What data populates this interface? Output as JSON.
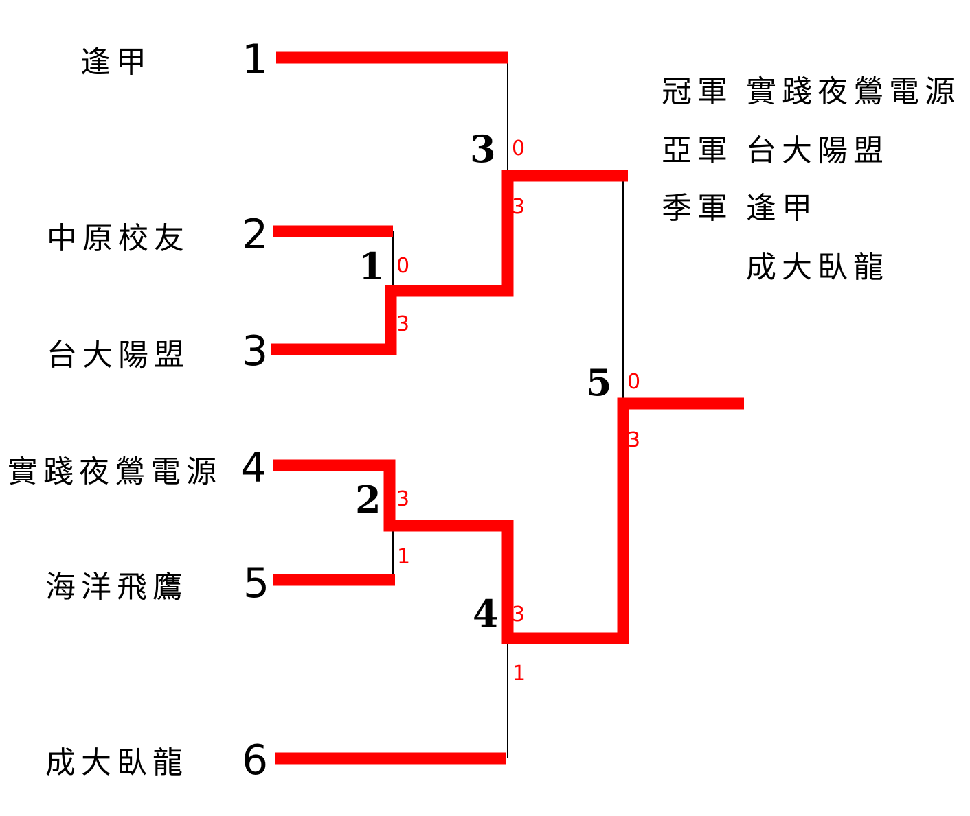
{
  "teams": [
    "逢甲",
    "中原校友",
    "台大陽盟",
    "實踐夜鶯電源",
    "海洋飛鷹",
    "成大臥龍"
  ],
  "seeds": [
    "1",
    "2",
    "3",
    "4",
    "5",
    "6"
  ],
  "matches": [
    {
      "number": "1",
      "score_top": "0",
      "score_bottom": "3"
    },
    {
      "number": "2",
      "score_top": "3",
      "score_bottom": "1"
    },
    {
      "number": "3",
      "score_top": "0",
      "score_bottom": "3"
    },
    {
      "number": "4",
      "score_top": "3",
      "score_bottom": "1"
    },
    {
      "number": "5",
      "score_top": "0",
      "score_bottom": "3"
    }
  ],
  "results": {
    "champion_label": "冠軍",
    "champion": "實踐夜鶯電源",
    "runner_up_label": "亞軍",
    "runner_up": "台大陽盟",
    "third_label": "季軍",
    "third": [
      "逢甲",
      "成大臥龍"
    ]
  },
  "colors": {
    "winner_path": "#ff0000",
    "score": "#ff0000",
    "line": "#000000"
  }
}
